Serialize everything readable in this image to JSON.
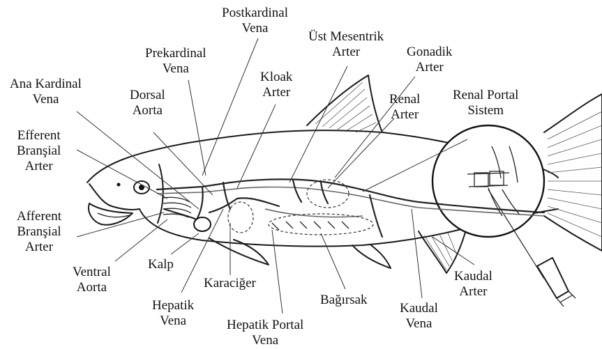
{
  "labels": {
    "postkardinal_vena": [
      "Postkardinal",
      "Vena"
    ],
    "prekardinal_vena": [
      "Prekardinal",
      "Vena"
    ],
    "ust_mesentrik_arter": [
      "Üst Mesentrik",
      "Arter"
    ],
    "gonadik_arter": [
      "Gonadik",
      "Arter"
    ],
    "ana_kardinal_vena": [
      "Ana Kardinal",
      "Vena"
    ],
    "kloak_arter": [
      "Kloak",
      "Arter"
    ],
    "dorsal_aorta": [
      "Dorsal",
      "Aorta"
    ],
    "renal_arter": [
      "Renal",
      "Arter"
    ],
    "renal_portal_sistem": [
      "Renal Portal",
      "Sistem"
    ],
    "efferent_bransial_arter": [
      "Efferent",
      "Branşial",
      "Arter"
    ],
    "afferent_bransial_arter": [
      "Afferent",
      "Branşial",
      "Arter"
    ],
    "ventral_aorta": [
      "Ventral",
      "Aorta"
    ],
    "kalp": [
      "Kalp"
    ],
    "karaciger": [
      "Karaciğer"
    ],
    "hepatik_vena": [
      "Hepatik",
      "Vena"
    ],
    "hepatik_portal_vena": [
      "Hepatik Portal",
      "Vena"
    ],
    "bagirsak": [
      "Bağırsak"
    ],
    "kaudal_vena": [
      "Kaudal",
      "Vena"
    ],
    "kaudal_arter": [
      "Kaudal",
      "Arter"
    ]
  }
}
